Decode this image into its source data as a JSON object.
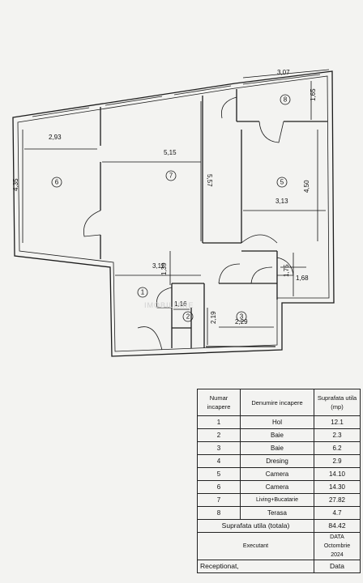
{
  "plan": {
    "dimensions": {
      "top": "3,07",
      "terrace_side": "1,65",
      "r6_width": "2,93",
      "r6_height": "4,35",
      "r7_width": "5,15",
      "r7_height": "5,57",
      "r5_height": "4,50",
      "r5_width": "3,13",
      "hall_width": "3,11",
      "hall_depth": "1,39",
      "bath2_width": "1,16",
      "bath3_width": "2,19",
      "bath3_depth": "2,29",
      "dressing_w": "1,75",
      "dressing_d": "1,68"
    },
    "rooms": [
      "1",
      "2",
      "3",
      "5",
      "6",
      "7",
      "8"
    ],
    "watermark": "IMOBILIARE"
  },
  "legend": {
    "headers": {
      "nr": "Numar incapere",
      "name": "Denumire incapere",
      "area": "Suprafata utila (mp)"
    },
    "rows": [
      {
        "nr": "1",
        "name": "Hol",
        "area": "12.1"
      },
      {
        "nr": "2",
        "name": "Baie",
        "area": "2.3"
      },
      {
        "nr": "3",
        "name": "Baie",
        "area": "6.2"
      },
      {
        "nr": "4",
        "name": "Dresing",
        "area": "2.9"
      },
      {
        "nr": "5",
        "name": "Camera",
        "area": "14.10"
      },
      {
        "nr": "6",
        "name": "Camera",
        "area": "14.30"
      },
      {
        "nr": "7",
        "name": "Living+Bucatarie",
        "area": "27.82"
      },
      {
        "nr": "8",
        "name": "Terasa",
        "area": "4.7"
      }
    ],
    "total_label": "Suprafata utila (totala)",
    "total_value": "84.42",
    "executant": "Executant",
    "data_label": "DATA",
    "month": "Octombrie",
    "year": "2024",
    "receptionat": "Receptionat,",
    "data_footer": "Data"
  }
}
